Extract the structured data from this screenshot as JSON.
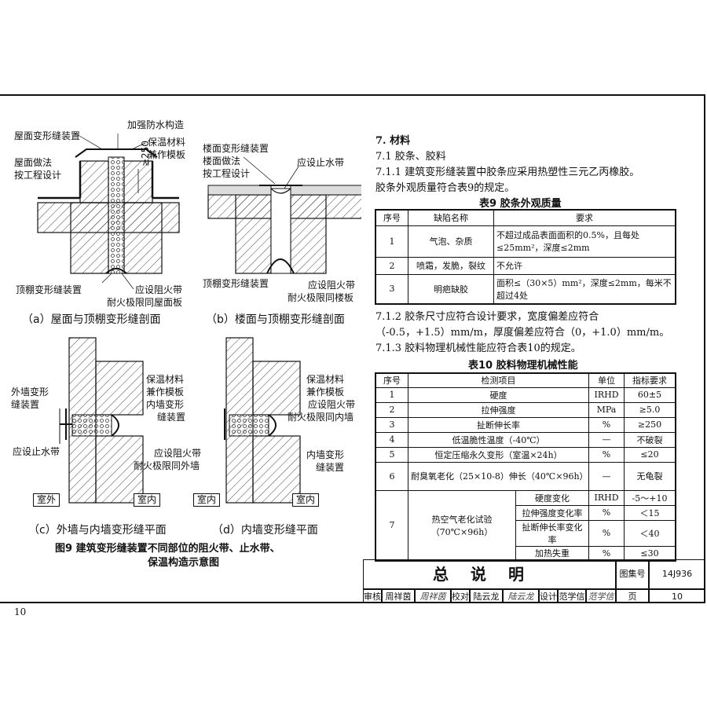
{
  "page": {
    "left_page_number": "10"
  },
  "figures": {
    "a": {
      "labels": [
        "屋面变形缝装置",
        "加强防水构造",
        "保温材料",
        "兼作模板",
        "屋面做法",
        "按工程设计",
        "≥250",
        "顶棚变形缝装置",
        "应设阻火带",
        "耐火极限同屋面板"
      ],
      "caption": "（a）屋面与顶棚变形缝剖面"
    },
    "b": {
      "labels": [
        "楼面变形缝装置",
        "楼面做法",
        "按工程设计",
        "应设止水带",
        "顶棚变形缝装置",
        "应设阻火带",
        "耐火极限同楼板"
      ],
      "caption": "（b）楼面与顶棚变形缝剖面"
    },
    "c": {
      "labels": [
        "外墙变形",
        "缝装置",
        "保温材料",
        "兼作模板",
        "内墙变形",
        "缝装置",
        "应设止水带",
        "应设阻火带",
        "耐火极限同外墙",
        "室外",
        "室内"
      ],
      "caption": "（c）外墙与内墙变形缝平面"
    },
    "d": {
      "labels": [
        "保温材料",
        "兼作模板",
        "应设阻火带",
        "耐火极限同内墙",
        "内墙变形",
        "缝装置",
        "室内",
        "室内"
      ],
      "caption": "（d）内墙变形缝平面"
    },
    "figure_caption_line1": "图9   建筑变形缝装置不同部位的阻火带、止水带、",
    "figure_caption_line2": "保温构造示意图"
  },
  "text": {
    "s7": "7.   材料",
    "s71": "7.1 胶条、胶料",
    "s711_1": "7.1.1  建筑变形缝装置中胶条应采用热塑性三元乙丙橡胶。",
    "s711_2": "胶条外观质量符合表9的规定。",
    "s712_1": "7.1.2  胶条尺寸应符合设计要求，宽度偏差应符合",
    "s712_2": "（-0.5，+1.5）mm/m，厚度偏差应符合（0，+1.0）mm/m。",
    "s713": "7.1.3  胶料物理机械性能应符合表10的规定。"
  },
  "table9": {
    "caption": "表9  胶条外观质量",
    "headers": [
      "序号",
      "缺陷名称",
      "要求"
    ],
    "rows": [
      [
        "1",
        "气泡、杂质",
        "不超过成品表面面积的0.5%，且每处≤25mm²，深度≤2mm"
      ],
      [
        "2",
        "喷霜，发脆，裂纹",
        "不允许"
      ],
      [
        "3",
        "明疤缺胶",
        "面积≤（30×5）mm²，深度≤2mm，每米不超过4处"
      ]
    ]
  },
  "table10": {
    "caption": "表10  胶料物理机械性能",
    "headers": [
      "序号",
      "检测项目",
      "单位",
      "指标要求"
    ],
    "rows": [
      [
        "1",
        "硬度",
        "IRHD",
        "60±5"
      ],
      [
        "2",
        "拉伸强度",
        "MPa",
        "≥5.0"
      ],
      [
        "3",
        "扯断伸长率",
        "%",
        "≥250"
      ],
      [
        "4",
        "低温脆性温度（-40℃）",
        "—",
        "不破裂"
      ],
      [
        "5",
        "恒定压缩永久变形（室温×24h）",
        "%",
        "≤20"
      ],
      [
        "6",
        "耐臭氧老化（25×10-8）伸长（40℃×96h）",
        "—",
        "无龟裂"
      ]
    ],
    "row7": {
      "no": "7",
      "item": "热空气老化试验（70℃×96h）",
      "subs": [
        [
          "硬度变化",
          "IRHD",
          "-5～+10"
        ],
        [
          "拉伸强度变化率",
          "%",
          "＜15"
        ],
        [
          "扯断伸长率变化率",
          "%",
          "＜40"
        ],
        [
          "加热失重",
          "%",
          "≤30"
        ]
      ]
    }
  },
  "titleblock": {
    "title": "总说明",
    "atlas_label": "图集号",
    "atlas_no": "14J936",
    "page_label": "页",
    "page_no": "10",
    "review_label": "审核",
    "review_name": "周祥茵",
    "review_sig": "周祥茵",
    "check_label": "校对",
    "check_name": "陆云龙",
    "check_sig": "陆云龙",
    "design_label": "设计",
    "design_name": "范学信",
    "design_sig": "范学信"
  }
}
